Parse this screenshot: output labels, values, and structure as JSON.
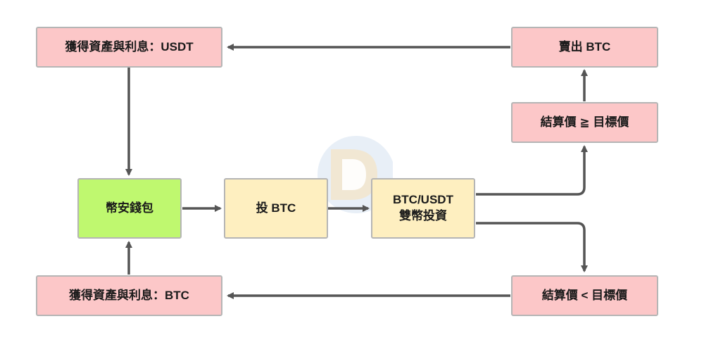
{
  "nodes": {
    "assets_usdt": "獲得資產與利息：USDT",
    "sell_btc": "賣出 BTC",
    "settle_ge": "結算價 ≧ 目標價",
    "wallet": "幣安錢包",
    "invest_btc": "投 BTC",
    "dual_line1": "BTC/USDT",
    "dual_line2": "雙幣投資",
    "settle_lt": "結算價 < 目標價",
    "assets_btc": "獲得資產與利息：BTC"
  },
  "colors": {
    "pink": "#fcc7c8",
    "green": "#bff86f",
    "cream": "#feefc0",
    "border": "#b5b5b5",
    "arrow": "#555555"
  }
}
